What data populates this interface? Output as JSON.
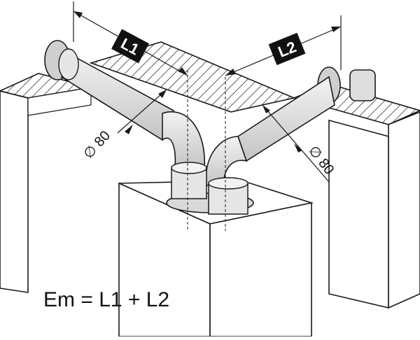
{
  "labels": {
    "l1": "L1",
    "l2": "L2",
    "dia_left": "∅ 80",
    "dia_right": "∅ 80",
    "formula": "Em = L1 + L2"
  },
  "colors": {
    "line": "#1a1a1a",
    "pipe": "#d9d9d9",
    "pipe_highlight": "#f2f2f2",
    "wall": "#ffffff",
    "label_bg": "#111111",
    "label_text": "#ffffff"
  }
}
